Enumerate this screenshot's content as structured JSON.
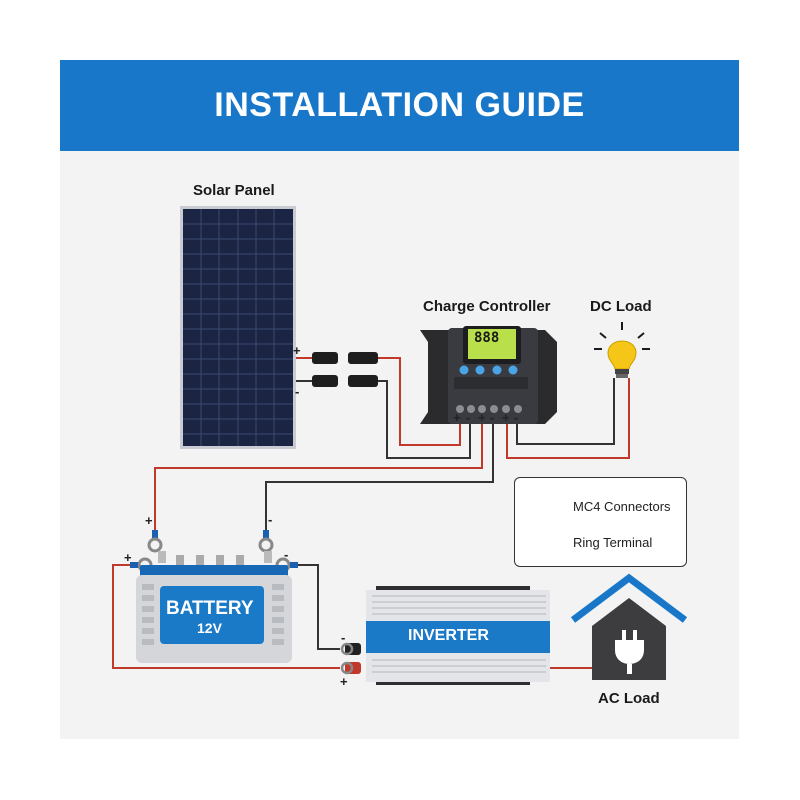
{
  "header": {
    "title": "INSTALLATION GUIDE"
  },
  "labels": {
    "solar_panel": "Solar Panel",
    "charge_controller": "Charge Controller",
    "dc_load": "DC Load",
    "ac_load": "AC Load"
  },
  "controller_display": "888",
  "battery": {
    "name": "BATTERY",
    "voltage": "12V"
  },
  "inverter": {
    "name": "INVERTER"
  },
  "legend": {
    "mc4": "MC4 Connectors",
    "ring": "Ring Terminal"
  },
  "signs": {
    "plus": "+",
    "minus": "-"
  },
  "colors": {
    "banner": "#1877c9",
    "positive_wire": "#c0392b",
    "negative_wire": "#333333",
    "battery": "#1a7ac8",
    "bulb": "#f5c518"
  }
}
